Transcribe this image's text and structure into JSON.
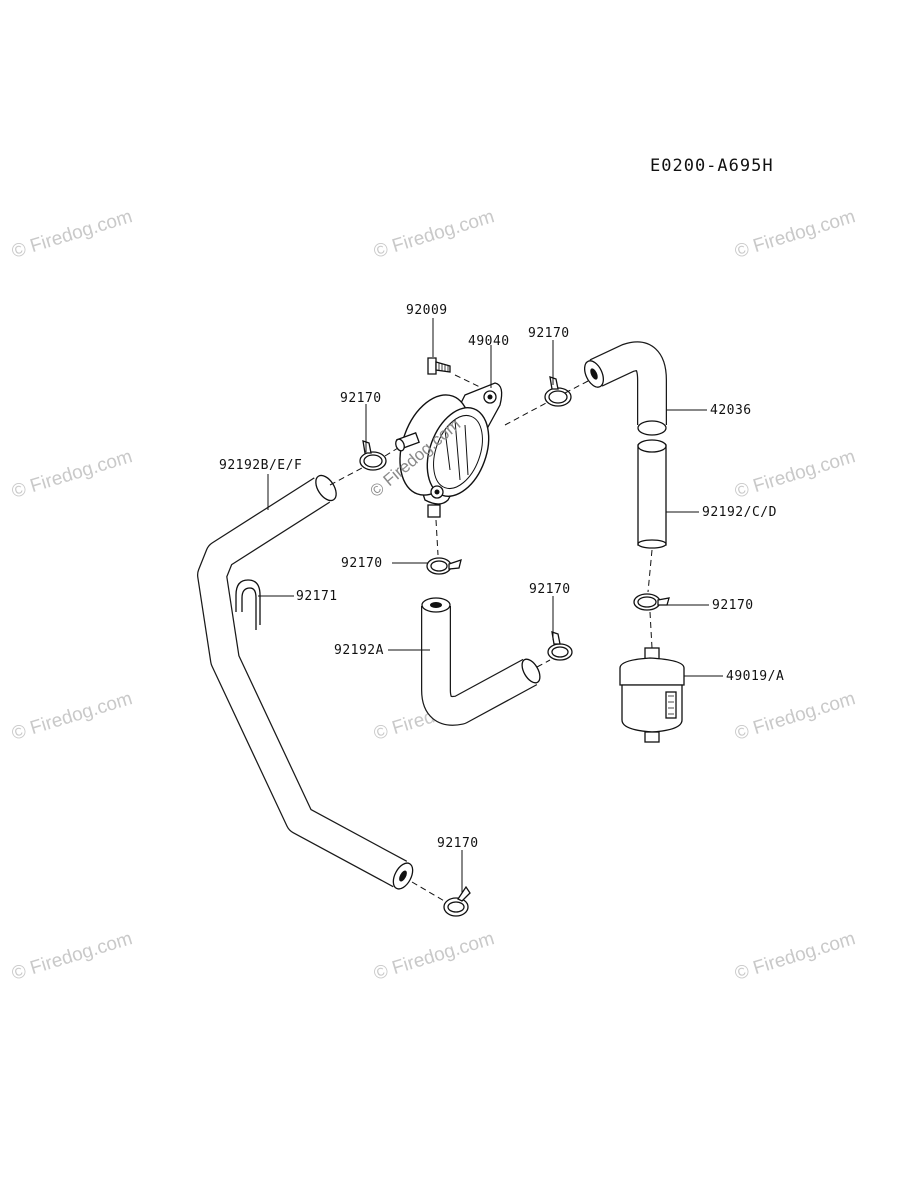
{
  "diagram_code": "E0200-A695H",
  "watermark_text": "© Firedog.com",
  "parts": {
    "bolt": "92009",
    "fuel_pump": "49040",
    "clamp_pump_out": "92170",
    "clamp_pump_in": "92170",
    "clamp_pump_bottom": "92170",
    "clamp_hose_a": "92170",
    "clamp_filter_top": "92170",
    "clamp_lower": "92170",
    "hose_bent_top": "42036",
    "hose_straight": "92192/C/D",
    "hose_long": "92192B/E/F",
    "hose_l_shape": "92192A",
    "hose_clip": "92171",
    "fuel_filter": "49019/A"
  }
}
